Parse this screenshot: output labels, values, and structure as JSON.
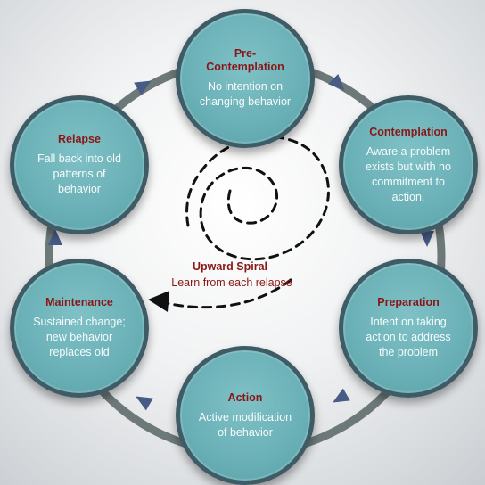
{
  "stages": [
    {
      "id": "pre-contemplation",
      "title": "Pre-\nContemplation",
      "description": "No intention on\nchanging behavior"
    },
    {
      "id": "contemplation",
      "title": "Contemplation",
      "description": "Aware a problem\nexists but with no\ncommitment to\naction."
    },
    {
      "id": "preparation",
      "title": "Preparation",
      "description": "Intent on taking\naction to address\nthe problem"
    },
    {
      "id": "action",
      "title": "Action",
      "description": "Active modification\nof behavior"
    },
    {
      "id": "maintenance",
      "title": "Maintenance",
      "description": "Sustained change;\nnew behavior\nreplaces old"
    },
    {
      "id": "relapse",
      "title": "Relapse",
      "description": "Fall back into old\npatterns of\nbehavior"
    }
  ],
  "spiral": {
    "title": "Upward Spiral",
    "subtitle": "Learn from each relapse"
  },
  "colors": {
    "node_fill": "#6aafb5",
    "node_border": "#3f5c66",
    "title_text": "#8a1717",
    "ring": "#6d7878",
    "arrow": "#475b86"
  }
}
